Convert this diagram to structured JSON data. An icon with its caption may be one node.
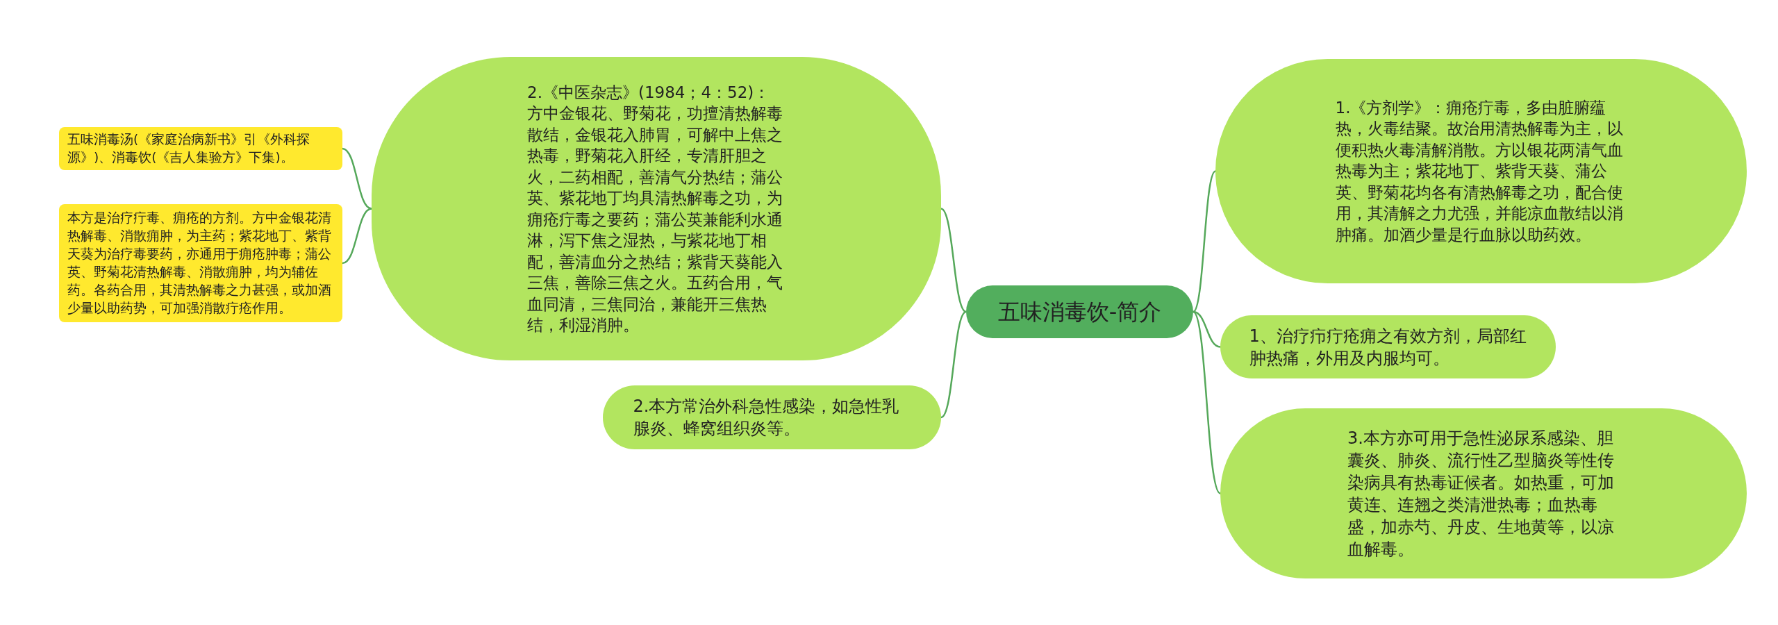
{
  "diagram": {
    "nodes": [
      {
        "text": [
          "五味消毒饮-简介"
        ]
      },
      {
        "text": [
          "2.《中医杂志》(1984；4：52)：方中金银花、野菊花，功擅清热解毒散结，金银花入肺胃，可解中上焦之热毒，野菊花入肝经，专清肝胆之火，二药相配，善清气分热结；蒲公英、紫花地丁均具清热解毒之功，为痈疮疔毒之要药；蒲公英兼能利水通淋，泻下焦之湿热，与紫花地丁相配，善清血分之热结；紫背天葵能入三焦，善除三焦之火。五药合用，气血同清，三焦同治，兼能开三焦热结，利湿消肿。"
        ]
      },
      {
        "text": [
          "五味消毒汤(《家庭治病新书》引《外科探源》)、消毒饮(《吉人集验方》下集)。"
        ]
      },
      {
        "text": [
          "本方是治疗疔毒、痈疮的方剂。方中金银花清热解毒、消散痈肿，为主药；紫花地丁、紫背天葵为治疗毒要药，亦通用于痈疮肿毒；蒲公英、野菊花清热解毒、消散痈肿，均为辅佐药。各药合用，其清热解毒之力甚强，或加酒少量以助药势，可加强消散疔疮作用。"
        ]
      },
      {
        "text": [
          "2.本方常治外科急性感染，如急性乳腺炎、蜂窝组织炎等。"
        ]
      },
      {
        "text": [
          "1.《方剂学》：痈疮疔毒，多由脏腑蕴热，火毒结聚。故治用清热解毒为主，以便积热火毒清解消散。方以银花两清气血热毒为主；紫花地丁、紫背天葵、蒲公英、野菊花均各有清热解毒之功，配合使用，其清解之力尤强，并能凉血散结以消肿痛。加酒少量是行血脉以助药效。"
        ]
      },
      {
        "text": [
          "1、治疗疖疔疮痈之有效方剂，局部红肿热痛，外用及内服均可。"
        ]
      },
      {
        "text": [
          "3.本方亦可用于急性泌尿系感染、胆囊炎、肺炎、流行性乙型脑炎等性传染病具有热毒证候者。如热重，可加黄连、连翘之类清泄热毒；血热毒盛，加赤芍、丹皮、生地黄等，以凉血解毒。"
        ]
      }
    ],
    "edges": [
      {
        "from": 0,
        "to": 1,
        "arrow": "none"
      },
      {
        "from": 1,
        "to": 2,
        "arrow": "none"
      },
      {
        "from": 1,
        "to": 3,
        "arrow": "none"
      },
      {
        "from": 0,
        "to": 4,
        "arrow": "none"
      },
      {
        "from": 0,
        "to": 5,
        "arrow": "none"
      },
      {
        "from": 0,
        "to": 6,
        "arrow": "none"
      },
      {
        "from": 0,
        "to": 7,
        "arrow": "none"
      }
    ]
  }
}
